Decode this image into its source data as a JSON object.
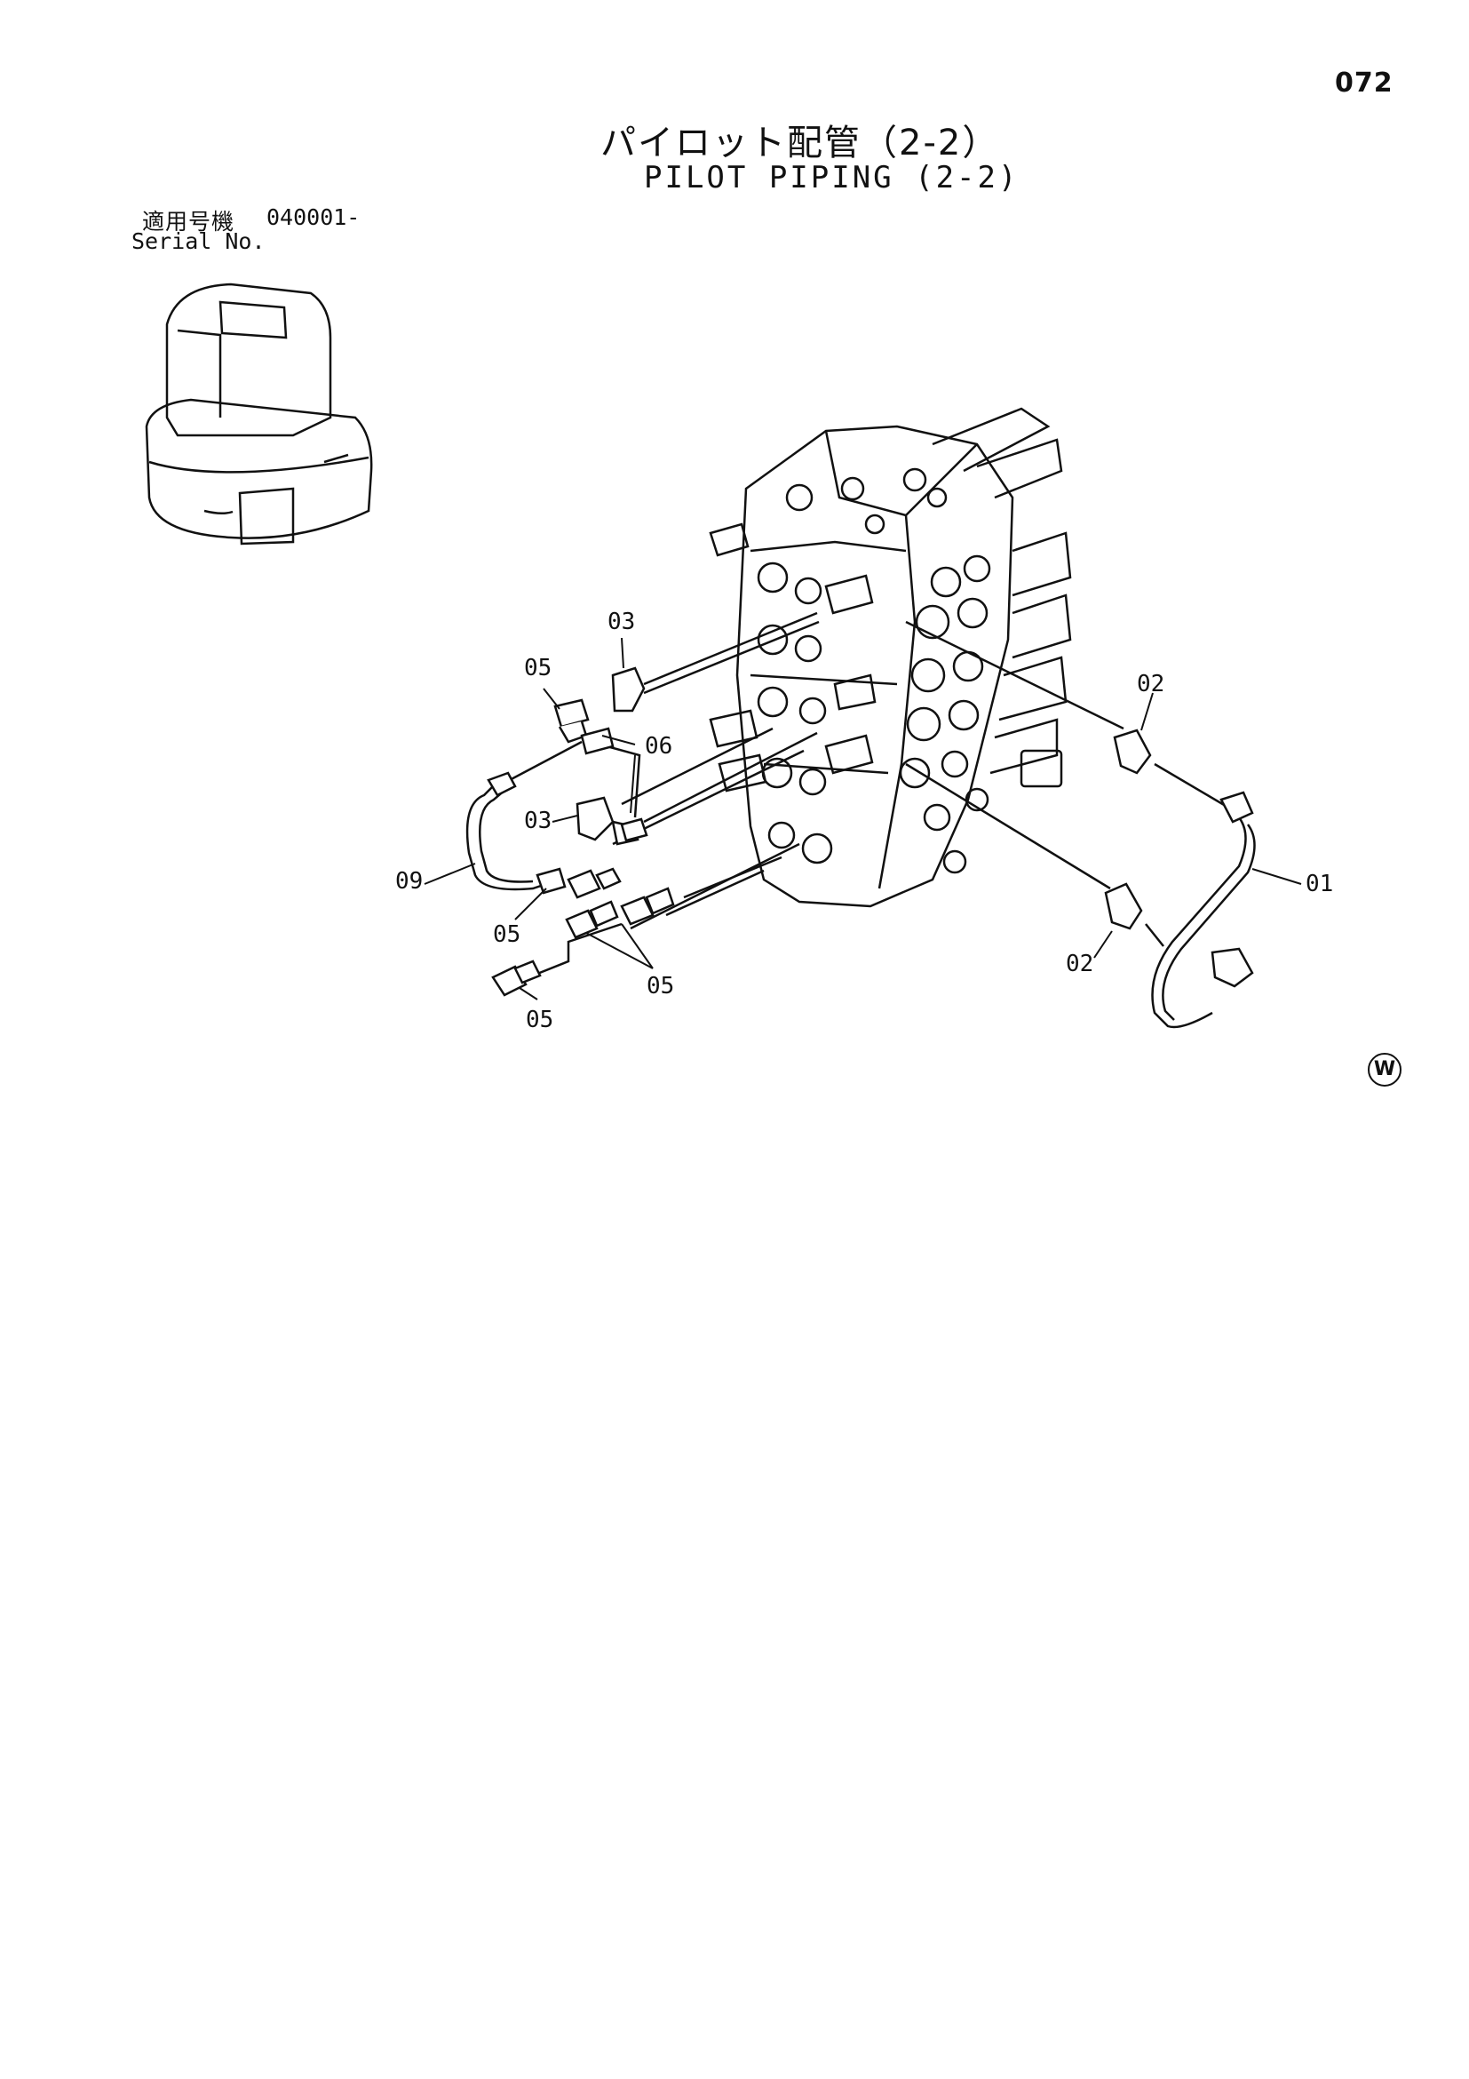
{
  "header": {
    "page_number": "072",
    "title_jp": "パイロット配管（2-2）",
    "title_en": "PILOT PIPING (2-2)"
  },
  "serial": {
    "label_jp": "適用号機",
    "value": "040001-",
    "label_en": "Serial No."
  },
  "callouts": [
    {
      "id": "03",
      "label": "03"
    },
    {
      "id": "05",
      "label": "05"
    },
    {
      "id": "06",
      "label": "06"
    },
    {
      "id": "03b",
      "label": "03"
    },
    {
      "id": "09",
      "label": "09"
    },
    {
      "id": "05b",
      "label": "05"
    },
    {
      "id": "05c",
      "label": "05"
    },
    {
      "id": "05d",
      "label": "05"
    },
    {
      "id": "02",
      "label": "02"
    },
    {
      "id": "02b",
      "label": "02"
    },
    {
      "id": "01",
      "label": "01"
    }
  ],
  "watermark": {
    "symbol": "W"
  }
}
